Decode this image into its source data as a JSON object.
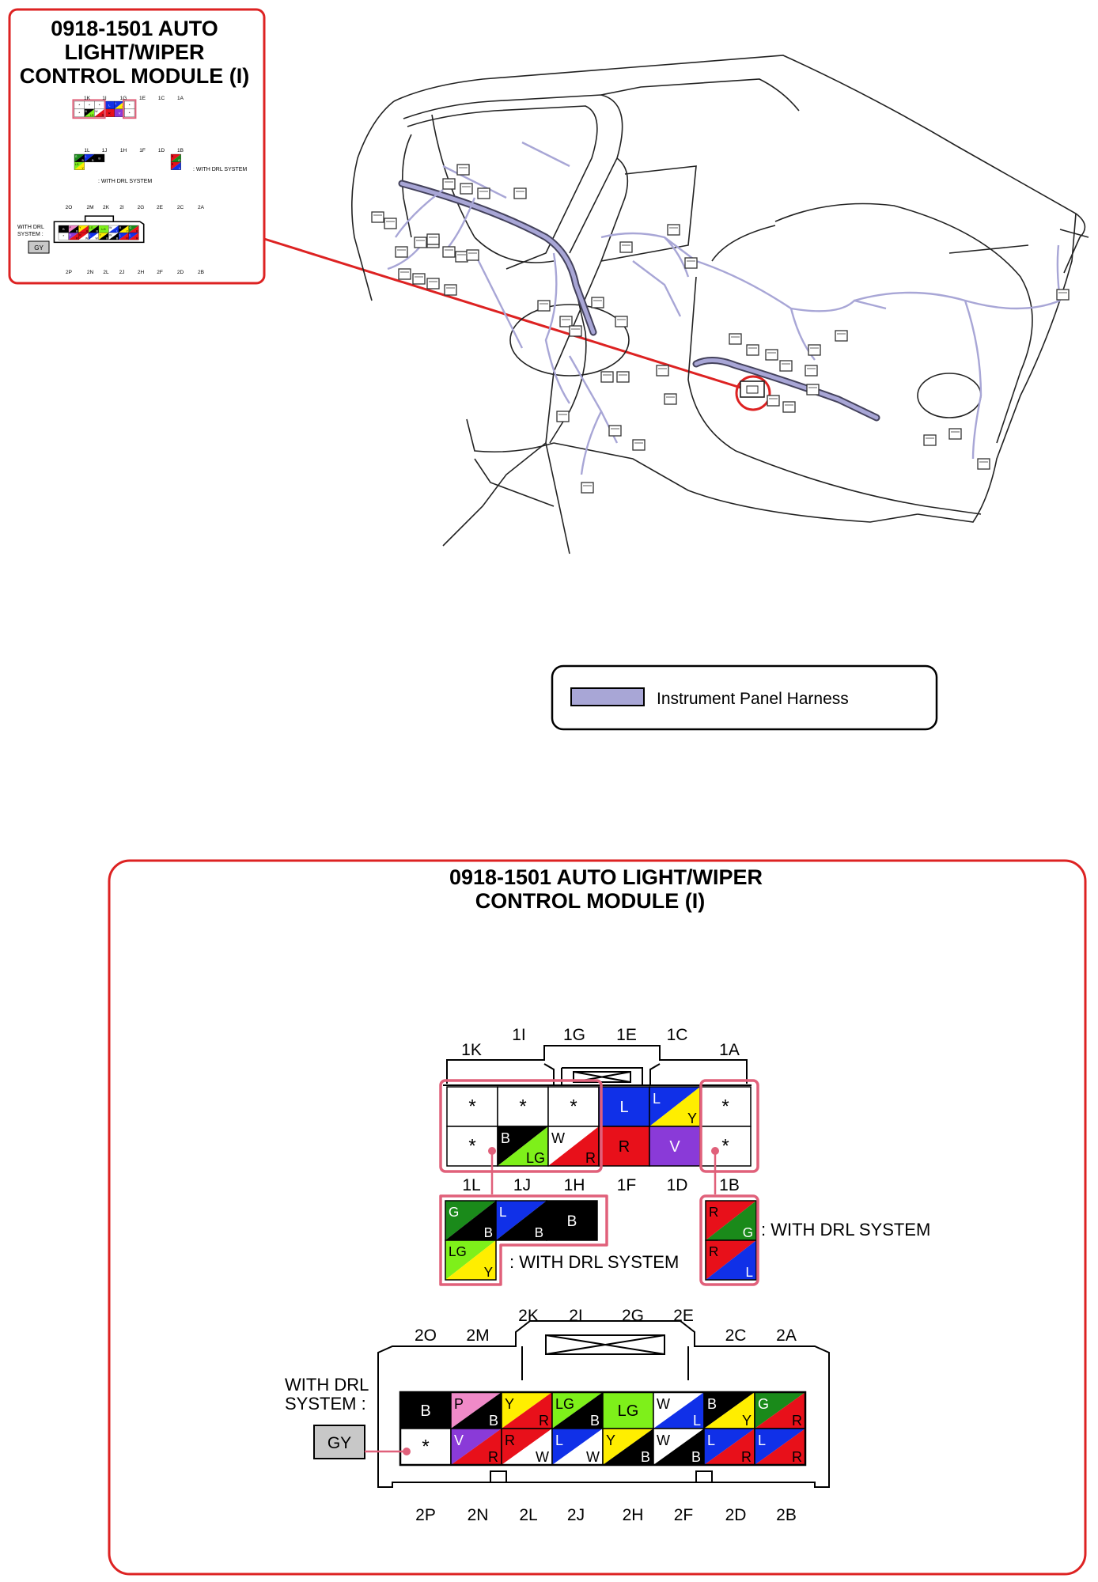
{
  "colors": {
    "frame_red": "#dd2222",
    "pink": "#e0607a",
    "harness": "#a8a6d6",
    "harness_dark": "#6a6890",
    "connector_gray": "#c8c8c8",
    "wire": {
      "B": "#000000",
      "W": "#ffffff",
      "R": "#e8101a",
      "G": "#1a8a1a",
      "L": "#1030e8",
      "Y": "#ffee00",
      "LG": "#7ef01a",
      "V": "#8a3ad8",
      "P": "#f08ac8"
    }
  },
  "module_title": "0918-1501 AUTO LIGHT/WIPER CONTROL MODULE (I)",
  "inset_title_lines": [
    "0918-1501 AUTO",
    "LIGHT/WIPER",
    "CONTROL MODULE (I)"
  ],
  "detail_title_lines": [
    "0918-1501 AUTO LIGHT/WIPER",
    "CONTROL MODULE (I)"
  ],
  "legend": {
    "label": "Instrument Panel Harness"
  },
  "drl_note": ": WITH DRL SYSTEM",
  "drl_prefix_lines": [
    "WITH DRL",
    "SYSTEM :"
  ],
  "gy_label": "GY",
  "connector1": {
    "top_labels": [
      "1K",
      "1I",
      "1G",
      "1E",
      "1C",
      "1A"
    ],
    "bottom_labels": [
      "1L",
      "1J",
      "1H",
      "1F",
      "1D",
      "1B"
    ],
    "row1": [
      {
        "a": "*"
      },
      {
        "a": "*"
      },
      {
        "a": "*"
      },
      {
        "a": "L"
      },
      {
        "a": "L",
        "b": "Y"
      },
      {
        "a": "*"
      }
    ],
    "row2": [
      {
        "a": "*"
      },
      {
        "a": "B",
        "b": "LG"
      },
      {
        "a": "W",
        "b": "R"
      },
      {
        "a": "R"
      },
      {
        "a": "V"
      },
      {
        "a": "*"
      }
    ],
    "drl_left_top": [
      {
        "a": "G",
        "b": "B"
      },
      {
        "a": "L",
        "b": "B"
      },
      {
        "a": "B"
      }
    ],
    "drl_left_bottom": {
      "a": "LG",
      "b": "Y"
    },
    "drl_right": [
      {
        "a": "R",
        "b": "G"
      },
      {
        "a": "R",
        "b": "L"
      }
    ]
  },
  "connector2": {
    "top_labels": [
      "2O",
      "2M",
      "2K",
      "2I",
      "2G",
      "2E",
      "2C",
      "2A"
    ],
    "bottom_labels": [
      "2P",
      "2N",
      "2L",
      "2J",
      "2H",
      "2F",
      "2D",
      "2B"
    ],
    "row1": [
      {
        "a": "B"
      },
      {
        "a": "P",
        "b": "B"
      },
      {
        "a": "Y",
        "b": "R"
      },
      {
        "a": "LG",
        "b": "B"
      },
      {
        "a": "LG"
      },
      {
        "a": "W",
        "b": "L"
      },
      {
        "a": "B",
        "b": "Y"
      },
      {
        "a": "G",
        "b": "R"
      }
    ],
    "row2": [
      {
        "a": "*"
      },
      {
        "a": "V",
        "b": "R"
      },
      {
        "a": "R",
        "b": "W"
      },
      {
        "a": "L",
        "b": "W"
      },
      {
        "a": "Y",
        "b": "B"
      },
      {
        "a": "W",
        "b": "B"
      },
      {
        "a": "L",
        "b": "R"
      },
      {
        "a": "L",
        "b": "R"
      }
    ]
  }
}
